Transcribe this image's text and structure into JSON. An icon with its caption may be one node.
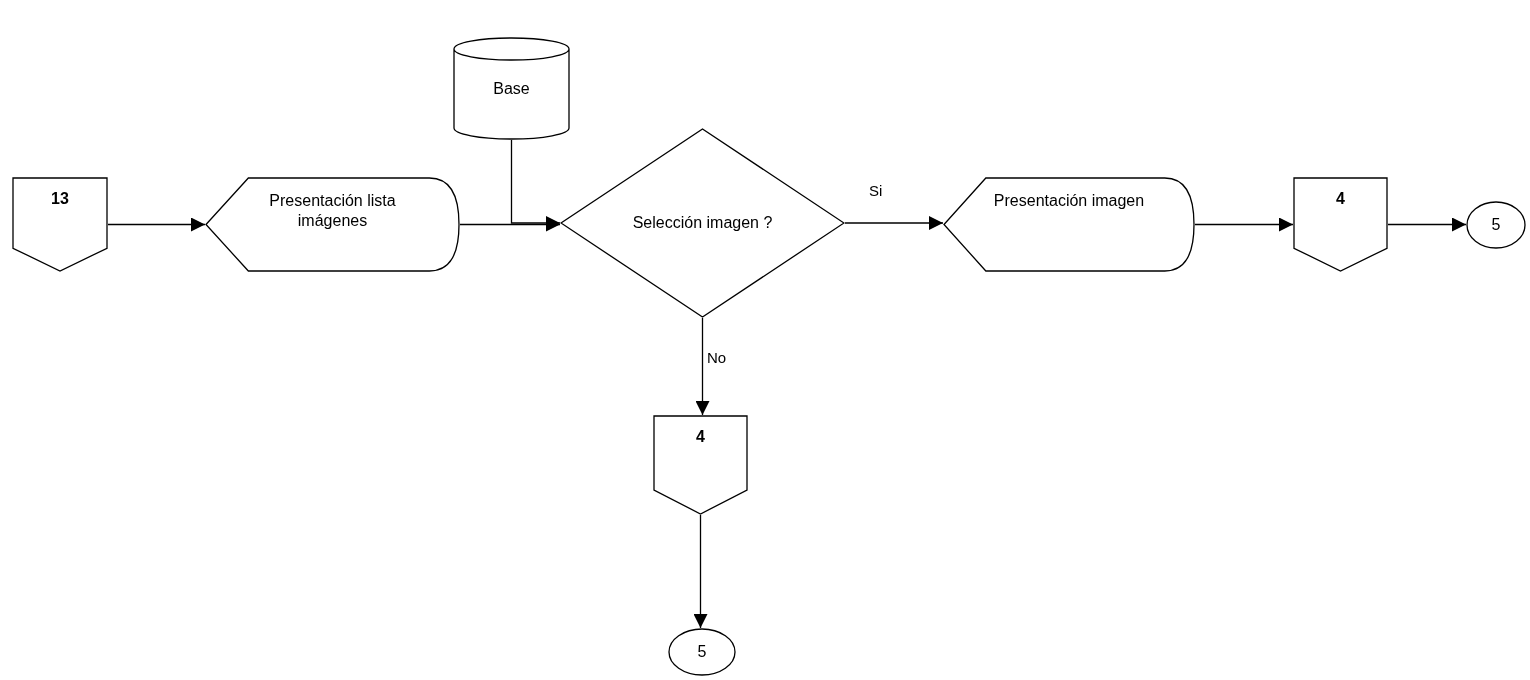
{
  "diagram": {
    "nodes": [
      {
        "text": [
          "13"
        ]
      },
      {
        "text": [
          "Presentación lista imágenes"
        ]
      },
      {
        "text": [
          "Base"
        ]
      },
      {
        "text": [
          "Selección imagen ?"
        ]
      },
      {
        "text": [
          "Presentación imagen"
        ]
      },
      {
        "text": [
          "4"
        ]
      },
      {
        "text": [
          "5"
        ]
      },
      {
        "text": [
          "4"
        ]
      },
      {
        "text": [
          "5"
        ]
      }
    ],
    "edges": [
      {
        "from": 0,
        "to": 1,
        "arrow": "to"
      },
      {
        "from": 1,
        "to": 3,
        "arrow": "to"
      },
      {
        "from": 2,
        "to": 3,
        "arrow": "to"
      },
      {
        "from": 3,
        "to": 4,
        "arrow": "to",
        "label": "Si"
      },
      {
        "from": 4,
        "to": 5,
        "arrow": "to"
      },
      {
        "from": 5,
        "to": 6,
        "arrow": "to"
      },
      {
        "from": 3,
        "to": 7,
        "arrow": "to",
        "label": "No"
      },
      {
        "from": 7,
        "to": 8,
        "arrow": "to"
      }
    ]
  }
}
